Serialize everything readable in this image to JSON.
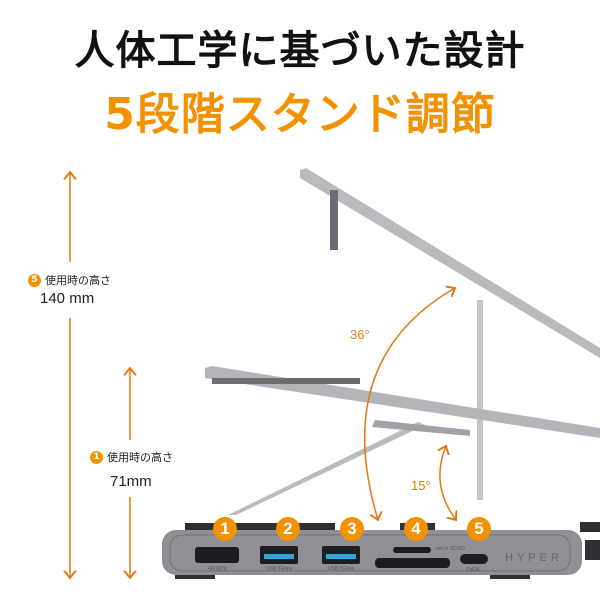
{
  "title": {
    "line1": "人体工学に基づいた設計",
    "line2": "5段階スタンド調節"
  },
  "heights": [
    {
      "badge": "5",
      "label": "使用時の高さ",
      "value": "140 mm"
    },
    {
      "badge": "1",
      "label": "使用時の高さ",
      "value": "71mm"
    }
  ],
  "angles": {
    "upper": "36°",
    "lower": "15°"
  },
  "ports": [
    {
      "badge": "1",
      "caption": "4K/30Hz"
    },
    {
      "badge": "2",
      "caption": "USB 5Gbps"
    },
    {
      "badge": "3",
      "caption": "USB 5Gbps"
    },
    {
      "badge": "4",
      "caption": "micro SD/SD"
    },
    {
      "badge": "5",
      "caption": "DATA"
    }
  ],
  "brand": "HYPER",
  "colors": {
    "accent": "#f39200",
    "stand": "#a9abb0",
    "dock": "#8e9095",
    "usb": "#2aa8e0"
  }
}
